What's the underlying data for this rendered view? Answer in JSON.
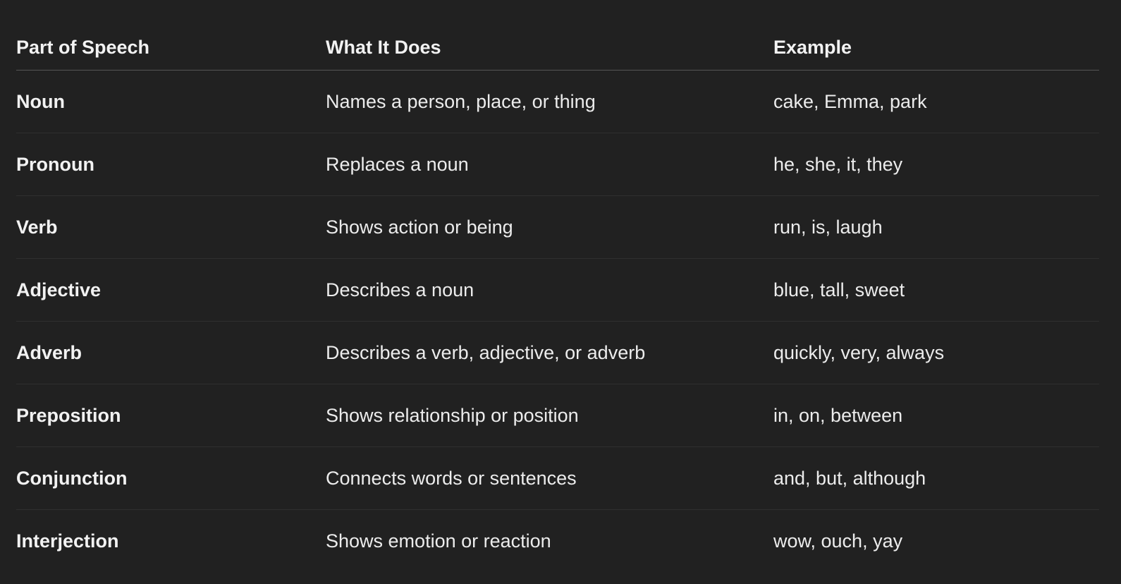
{
  "table": {
    "headers": [
      "Part of Speech",
      "What It Does",
      "Example"
    ],
    "rows": [
      {
        "part": "Noun",
        "does": "Names a person, place, or thing",
        "example": "cake, Emma, park"
      },
      {
        "part": "Pronoun",
        "does": "Replaces a noun",
        "example": "he, she, it, they"
      },
      {
        "part": "Verb",
        "does": "Shows action or being",
        "example": "run, is, laugh"
      },
      {
        "part": "Adjective",
        "does": "Describes a noun",
        "example": "blue, tall, sweet"
      },
      {
        "part": "Adverb",
        "does": "Describes a verb, adjective, or adverb",
        "example": "quickly, very, always"
      },
      {
        "part": "Preposition",
        "does": "Shows relationship or position",
        "example": "in, on, between"
      },
      {
        "part": "Conjunction",
        "does": "Connects words or sentences",
        "example": "and, but, although"
      },
      {
        "part": "Interjection",
        "does": "Shows emotion or reaction",
        "example": "wow, ouch, yay"
      }
    ]
  }
}
